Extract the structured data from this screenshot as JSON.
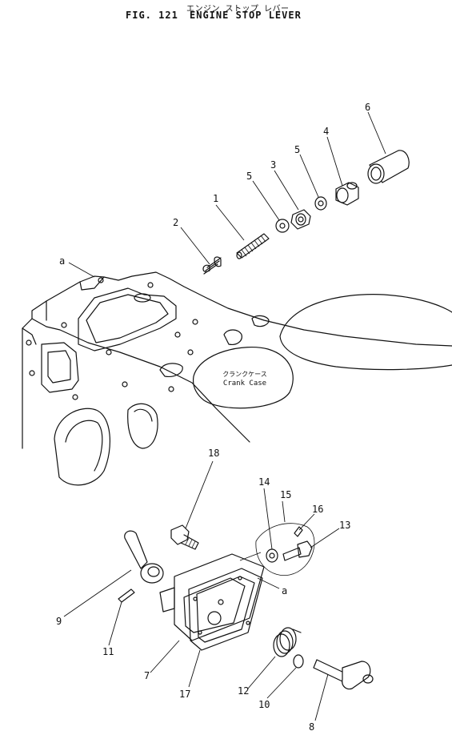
{
  "header": {
    "kana_title": "エンジン ストップ レバー",
    "fig_number": "FIG. 121",
    "fig_title": "ENGINE STOP LEVER"
  },
  "callouts": {
    "c1": "1",
    "c2": "2",
    "c3": "3",
    "c4": "4",
    "c5a": "5",
    "c5b": "5",
    "c6": "6",
    "c7": "7",
    "c8": "8",
    "c9": "9",
    "c10": "10",
    "c11": "11",
    "c12": "12",
    "c13": "13",
    "c14": "14",
    "c15": "15",
    "c16": "16",
    "c17": "17",
    "c18": "18",
    "ref_a_top": "a",
    "ref_a_bottom": "a"
  },
  "crank_case": {
    "jp": "クランクケース",
    "en": "Crank Case"
  }
}
